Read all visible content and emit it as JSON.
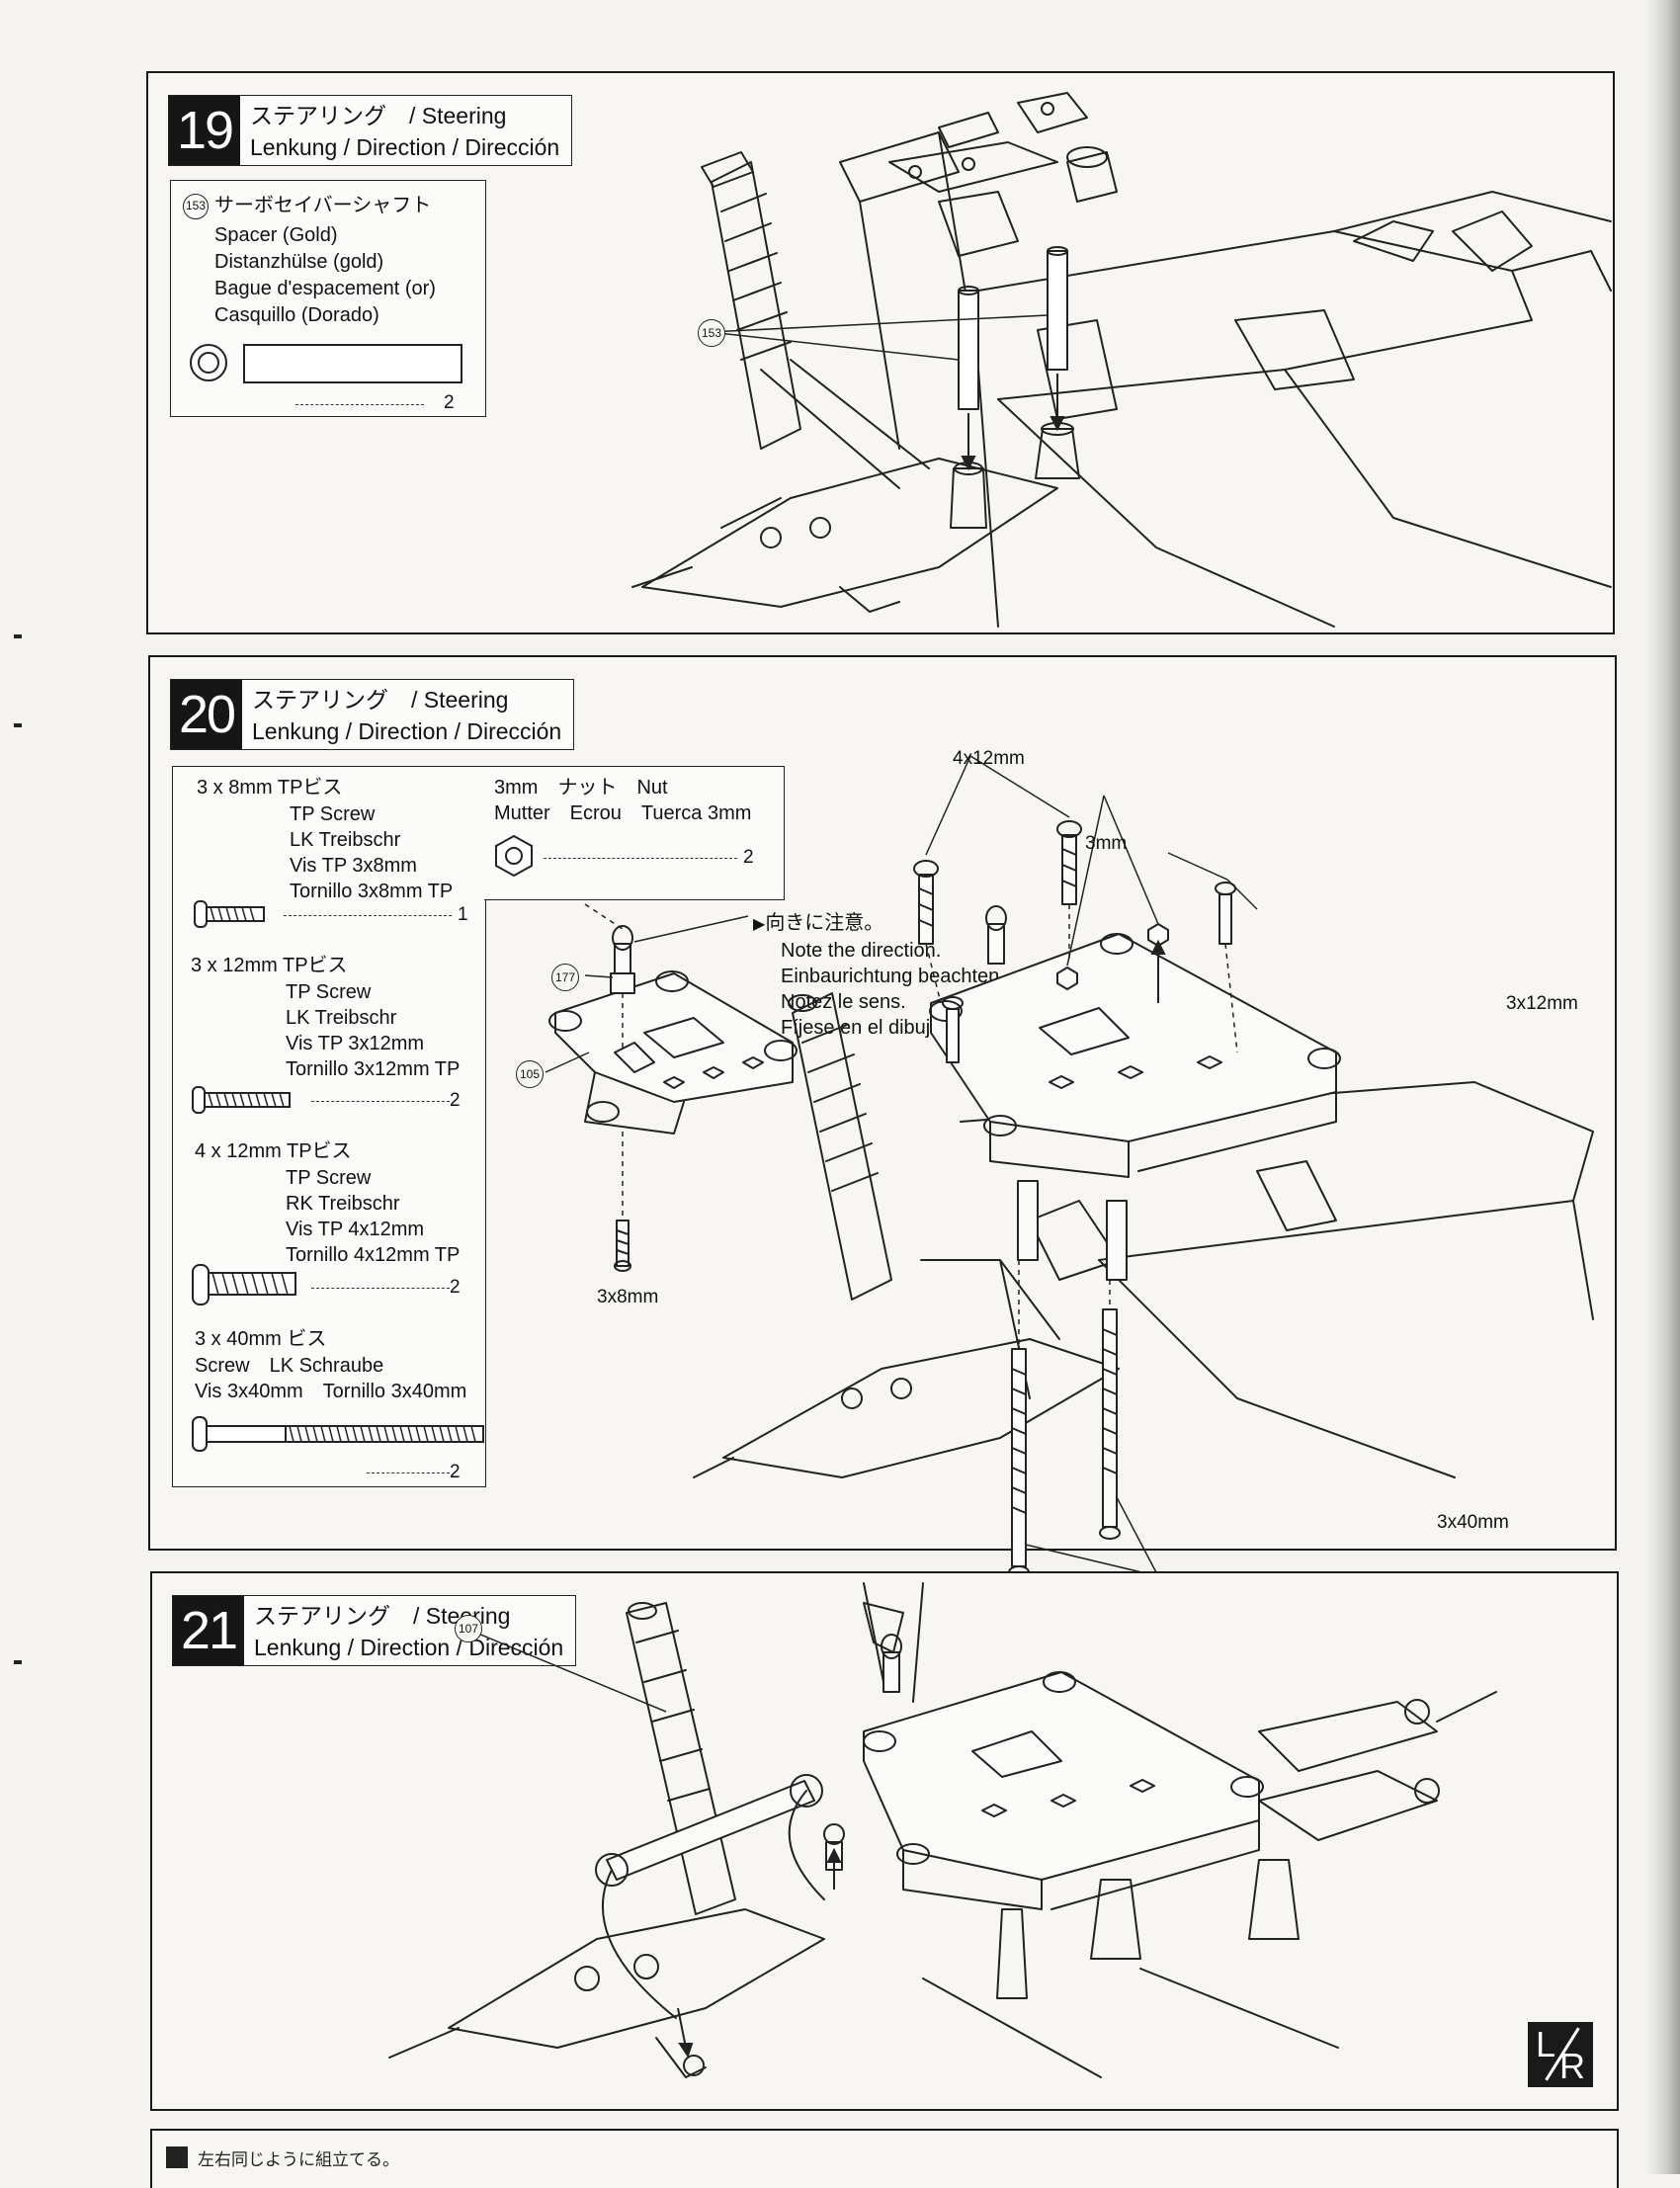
{
  "steps": [
    {
      "number": "19",
      "title_line1": "ステアリング　/ Steering",
      "title_line2": "Lenkung / Direction / Dirección",
      "parts": [
        {
          "ref": "153",
          "name_ja": "サーボセイバーシャフト",
          "names": [
            "Spacer (Gold)",
            "Distanzhülse (gold)",
            "Bague d'espacement (or)",
            "Casquillo (Dorado)"
          ],
          "qty": "2"
        }
      ],
      "callouts": [
        "153"
      ]
    },
    {
      "number": "20",
      "title_line1": "ステアリング　/ Steering",
      "title_line2": "Lenkung / Direction / Dirección",
      "parts": [
        {
          "size": "3 x 8mm TPビス",
          "names": [
            "TP Screw",
            "LK Treibschr",
            "Vis TP 3x8mm",
            "Tornillo 3x8mm TP"
          ],
          "qty": "1"
        },
        {
          "size": "3mm　ナット　Nut",
          "names": [
            "Mutter　Ecrou　Tuerca 3mm"
          ],
          "qty": "2"
        },
        {
          "size": "3 x 12mm TPビス",
          "names": [
            "TP Screw",
            "LK Treibschr",
            "Vis TP 3x12mm",
            "Tornillo 3x12mm TP"
          ],
          "qty": "2"
        },
        {
          "size": "4 x 12mm TPビス",
          "names": [
            "TP Screw",
            "RK Treibschr",
            "Vis TP 4x12mm",
            "Tornillo 4x12mm TP"
          ],
          "qty": "2"
        },
        {
          "size": "3 x 40mm ビス",
          "names": [
            "Screw　LK Schraube",
            "Vis 3x40mm　Tornillo 3x40mm"
          ],
          "qty": "2"
        }
      ],
      "note": [
        "向きに注意。",
        "Note the direction.",
        "Einbaurichtung beachten.",
        "Notez le sens.",
        "Fíjese en el dibujo."
      ],
      "callouts": [
        "177",
        "105",
        "3x8mm",
        "4x12mm",
        "3mm",
        "3x12mm",
        "3x40mm"
      ]
    },
    {
      "number": "21",
      "title_line1": "ステアリング　/ Steering",
      "title_line2": "Lenkung / Direction / Dirección",
      "callouts": [
        "107"
      ],
      "badge": {
        "left": "L",
        "right": "R"
      }
    }
  ],
  "footer": {
    "text": "左右同じように組立てる。"
  }
}
